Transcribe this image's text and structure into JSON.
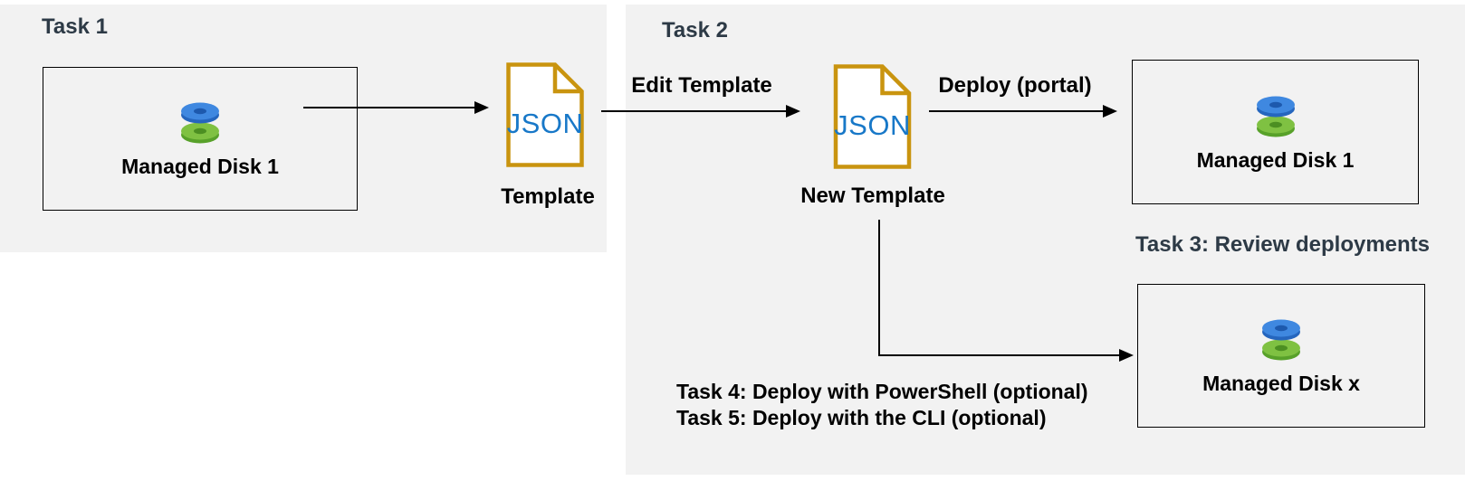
{
  "task1": {
    "title": "Task 1",
    "disk_box": {
      "label": "Managed Disk 1"
    },
    "file": {
      "text": "JSON",
      "caption": "Template"
    }
  },
  "task2": {
    "title": "Task 2",
    "edit_arrow_label": "Edit Template",
    "file": {
      "text": "JSON",
      "caption": "New Template"
    },
    "deploy_arrow_label": "Deploy (portal)",
    "portal_disk_box": {
      "label": "Managed Disk 1"
    },
    "cli_disk_box": {
      "label": "Managed Disk x"
    }
  },
  "annotations": {
    "task3": "Task 3: Review deployments",
    "task4": "Task 4: Deploy with PowerShell (optional)",
    "task5": "Task 5: Deploy with the CLI (optional)"
  },
  "colors": {
    "panel_background": "#f2f2f2",
    "task_title_text": "#2d3a46",
    "label_text": "#000000",
    "file_border": "#c9940f",
    "json_text": "#1878c8",
    "disk_blue_top": "#3f88e0",
    "disk_blue_side": "#2566be",
    "disk_blue_hole": "#1d59ad",
    "disk_green_top": "#7fc142",
    "disk_green_side": "#58a12a",
    "disk_green_hole": "#4c8f22",
    "arrow": "#000000",
    "box_border": "#000000"
  }
}
